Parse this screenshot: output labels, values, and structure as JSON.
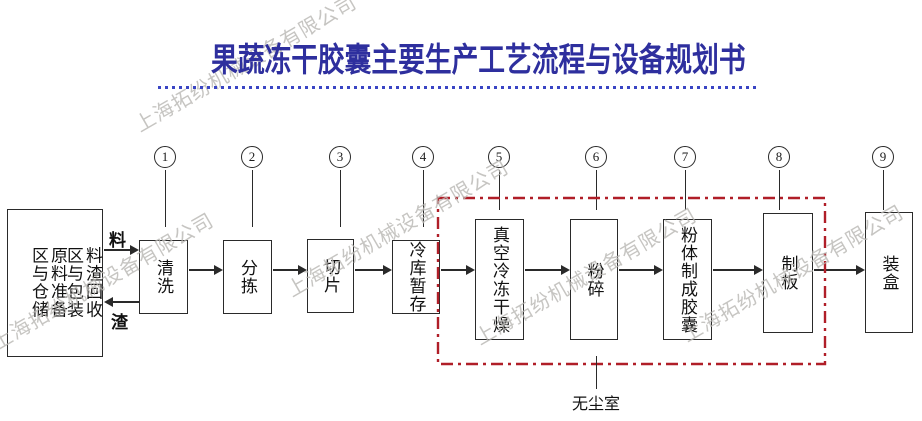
{
  "title": {
    "text": "果蔬冻干胶囊主要生产工艺流程与设备规划书",
    "color": "#2e2f9e"
  },
  "divider": {
    "color": "#3a45c4"
  },
  "watermark": {
    "text": "上海拓纷机械设备有限公司",
    "color": "#b9b7b3"
  },
  "storage_box": {
    "col_left": "原料准备区与仓储",
    "col_right": "料渣回收区与包装"
  },
  "flow_labels": {
    "material": "料",
    "residue": "渣"
  },
  "steps": [
    {
      "num": "1",
      "label": "清洗"
    },
    {
      "num": "2",
      "label": "分拣"
    },
    {
      "num": "3",
      "label": "切片"
    },
    {
      "num": "4",
      "label": "冷库暂存"
    },
    {
      "num": "5",
      "label": "真空冷冻干燥"
    },
    {
      "num": "6",
      "label": "粉碎"
    },
    {
      "num": "7",
      "label": "粉体制成胶囊"
    },
    {
      "num": "8",
      "label": "制板"
    },
    {
      "num": "9",
      "label": "装盒"
    }
  ],
  "clean_room": {
    "label": "无尘室",
    "border_color": "#b01e28"
  }
}
